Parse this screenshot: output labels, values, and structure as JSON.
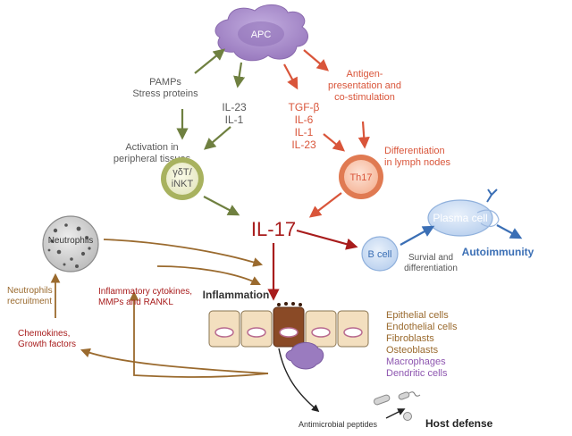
{
  "nodes": {
    "apc": "APC",
    "gdt_line1": "γδT/",
    "gdt_line2": "iNKT",
    "th17": "Th17",
    "neutrophils": "Neutrophils",
    "b_cell": "B cell",
    "plasma_cell": "Plasma cell",
    "il17": "IL-17"
  },
  "labels": {
    "pamps_line1": "PAMPs",
    "pamps_line2": "Stress proteins",
    "il23_il1_line1": "IL-23",
    "il23_il1_line2": "IL-1",
    "activation_line1": "Activation in",
    "activation_line2": "peripheral tissues",
    "tgf_line1": "TGF-β",
    "tgf_line2": "IL-6",
    "tgf_line3": "IL-1",
    "tgf_line4": "IL-23",
    "antigen_line1": "Antigen-",
    "antigen_line2": "presentation and",
    "antigen_line3": "co-stimulation",
    "differentiation_line1": "Differentiation",
    "differentiation_line2": "in lymph nodes",
    "survival_line1": "Survial and",
    "survival_line2": "differentiation",
    "autoimmunity": "Autoimmunity",
    "inflammation": "Inflammation",
    "inflam_cyto_line1": "Inflammatory cytokines,",
    "inflam_cyto_line2": "MMPs and RANKL",
    "neutrophils_recruit_line1": "Neutrophils",
    "neutrophils_recruit_line2": "recruitment",
    "chemokines_line1": "Chemokines,",
    "chemokines_line2": "Growth factors",
    "antimicrobial": "Antimicrobial peptides",
    "host_defense": "Host defense"
  },
  "cell_types": [
    "Epithelial cells",
    "Endothelial cells",
    "Fibroblasts",
    "Osteoblasts",
    "Macrophages",
    "Dendritic cells"
  ],
  "colors": {
    "olive": "#6f8040",
    "red_orange": "#d9553a",
    "dark_red": "#a81c1c",
    "brown": "#9a6a2e",
    "blue": "#3b6fb5",
    "purple": "#8e56b0",
    "apc_fill": "#a98cc9"
  }
}
